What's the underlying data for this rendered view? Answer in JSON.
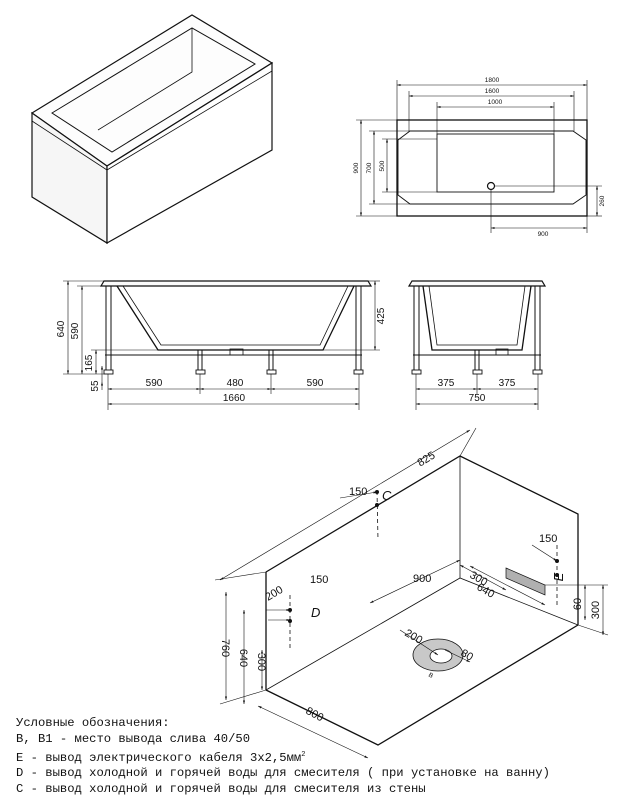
{
  "top_view": {
    "width_1800": "1800",
    "width_1600": "1600",
    "width_1000": "1000",
    "height_900": "900",
    "height_700": "700",
    "height_500": "500",
    "drain_260": "260",
    "drain_900": "900"
  },
  "front_view": {
    "h_640": "640",
    "h_590": "590",
    "h_165": "165",
    "h_55": "55",
    "h_425": "425",
    "seg_590_left": "590",
    "seg_480": "480",
    "seg_590_right": "590",
    "total_1660": "1660"
  },
  "side_view": {
    "seg_375_left": "375",
    "seg_375_right": "375",
    "total_750": "750"
  },
  "installation": {
    "wall_825": "825",
    "c_150": "150",
    "c_label": "C",
    "e_150": "150",
    "e_label": "E",
    "d_200": "200",
    "d_150": "150",
    "d_label": "D",
    "floor_900": "900",
    "floor_300": "300",
    "floor_640": "640",
    "drain_200": "200",
    "drain_80": "80",
    "drain_label": "B",
    "h_760": "760",
    "h_640": "640",
    "h_300": "300",
    "bottom_800": "800",
    "e_60": "60",
    "e_300": "300"
  },
  "legend": {
    "title": "Условные обозначения:",
    "b_line": "B, B1 - место вывода слива 40/50",
    "e_line": "E - вывод электрического кабеля 3х2,5мм",
    "e_sup": "2",
    "d_line": "D - вывод холодной и горячей воды для смесителя ( при установке на ванну)",
    "c_line": "C - вывод холодной и горячей воды для смесителя из стены"
  }
}
